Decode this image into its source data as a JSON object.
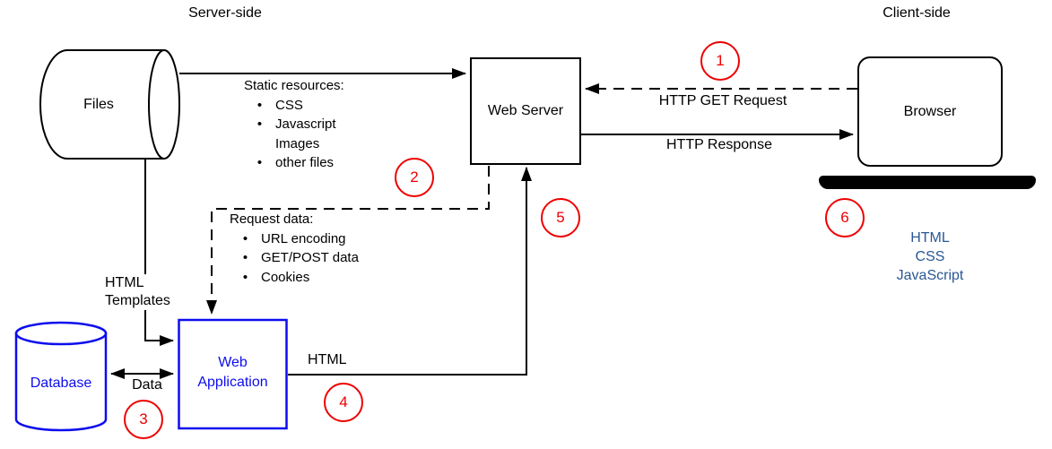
{
  "colors": {
    "node_blue": "#0d0dee",
    "tech_text_blue": "#2a5795",
    "step_red": "#ee0000",
    "line_black": "#000000"
  },
  "regions": {
    "server_side": "Server-side",
    "client_side": "Client-side"
  },
  "nodes": {
    "files": {
      "label": "Files"
    },
    "web_server": {
      "label": "Web Server"
    },
    "browser": {
      "label": "Browser"
    },
    "database": {
      "label": "Database"
    },
    "web_application": {
      "label": "Web Application"
    }
  },
  "edge_labels": {
    "http_get_request": "HTTP GET Request",
    "http_response": "HTTP Response",
    "html_templates": "HTML Templates",
    "data": "Data",
    "html": "HTML"
  },
  "static_resources": {
    "title": "Static resources:",
    "items": [
      {
        "bullet": "•",
        "text": "CSS"
      },
      {
        "bullet": "•",
        "text": "Javascript"
      },
      {
        "bullet": "",
        "text": "Images"
      },
      {
        "bullet": "•",
        "text": "other files"
      }
    ]
  },
  "request_data": {
    "title": "Request data:",
    "items": [
      {
        "bullet": "•",
        "text": "URL encoding"
      },
      {
        "bullet": "•",
        "text": "GET/POST data"
      },
      {
        "bullet": "•",
        "text": "Cookies"
      }
    ]
  },
  "client_tech": {
    "lines": [
      "HTML",
      "CSS",
      "JavaScript"
    ]
  },
  "steps": [
    "1",
    "2",
    "3",
    "4",
    "5",
    "6"
  ]
}
